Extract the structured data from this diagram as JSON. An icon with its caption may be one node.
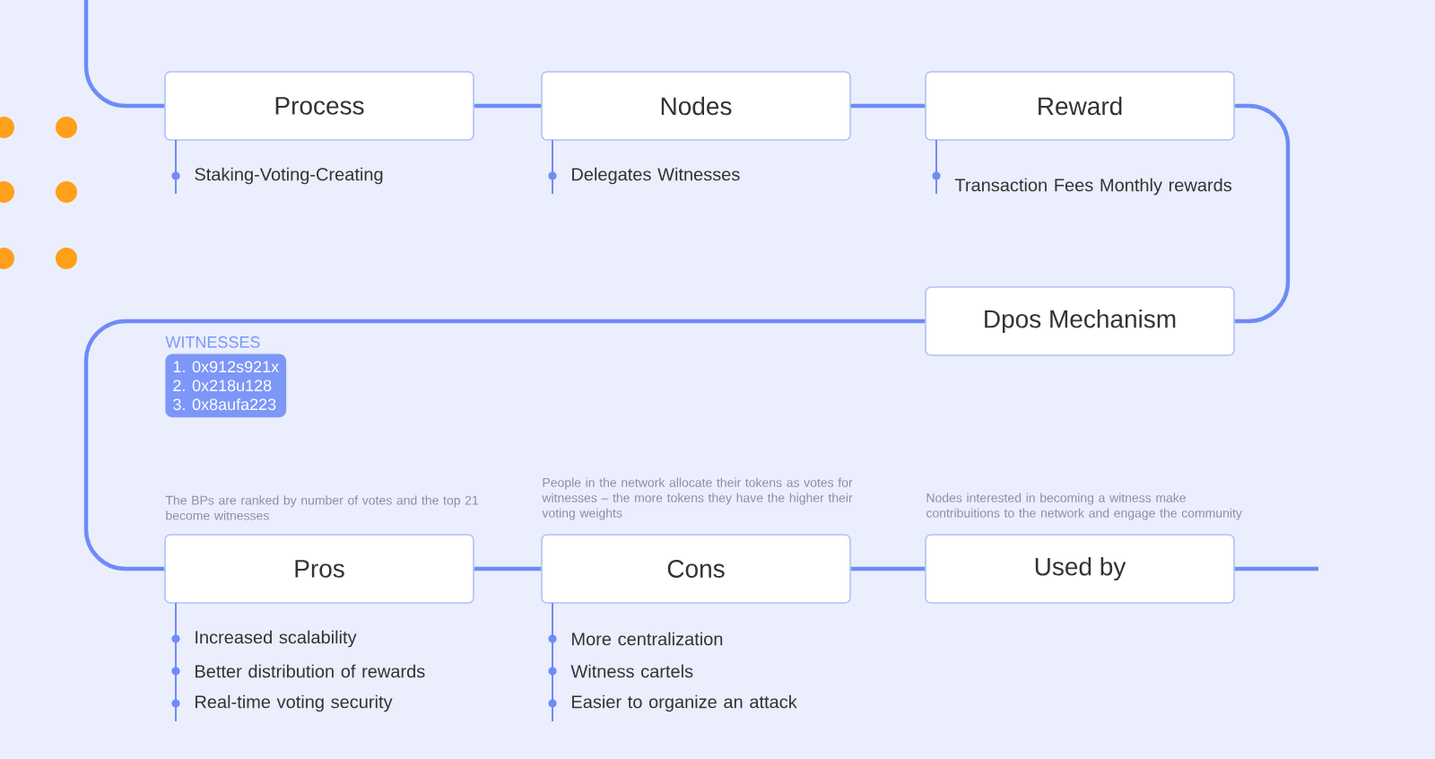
{
  "diagram": {
    "nodes": [
      {
        "text": [
          "Process"
        ],
        "beside": [
          "Staking-Voting-Creating"
        ]
      },
      {
        "text": [
          "Nodes"
        ],
        "beside": [
          "Delegates Witnesses"
        ]
      },
      {
        "text": [
          "Reward"
        ],
        "beside": [
          "Transaction Fees Monthly rewards"
        ]
      },
      {
        "text": [
          "Dpos Mechanism"
        ]
      },
      {
        "text": [
          "WITNESSES",
          "1. 0x912s921x",
          "2. 0x218u128",
          "3. 0x8aufa223"
        ]
      },
      {
        "text": [
          "Pros"
        ],
        "beside": [
          "The BPs are ranked by number of  votes and the top 21 become witnesses",
          "Increased scalability",
          "Better distribution of rewards",
          "Real-time voting security"
        ]
      },
      {
        "text": [
          "Cons"
        ],
        "beside": [
          "People in the network allocate their tokens as votes for witnesses – the  more tokens they have the higher  their voting weights",
          "More centralization",
          "Witness cartels",
          "Easier to organize an attack"
        ]
      },
      {
        "text": [
          "Used by"
        ],
        "beside": [
          "Nodes interested in becoming a witness make contribuitions to the network and engage the community"
        ]
      }
    ],
    "edges": [
      {
        "from": null,
        "to": 0,
        "arrow": "none"
      },
      {
        "from": 0,
        "to": 1,
        "arrow": "none"
      },
      {
        "from": 1,
        "to": 2,
        "arrow": "none"
      },
      {
        "from": 2,
        "to": 3,
        "arrow": "none"
      },
      {
        "from": 3,
        "to": 5,
        "arrow": "none"
      },
      {
        "from": 5,
        "to": 6,
        "arrow": "none"
      },
      {
        "from": 6,
        "to": 7,
        "arrow": "none"
      },
      {
        "from": 7,
        "to": null,
        "arrow": "none"
      }
    ]
  }
}
